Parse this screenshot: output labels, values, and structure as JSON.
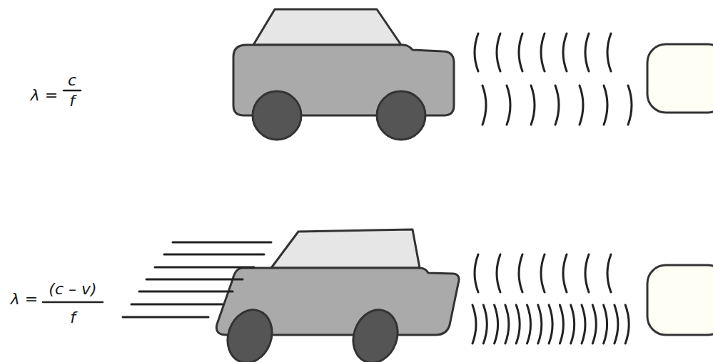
{
  "diagram": {
    "labels": [
      "λ =",
      "c",
      "f",
      "λ =",
      "(c – v)",
      "f"
    ]
  }
}
